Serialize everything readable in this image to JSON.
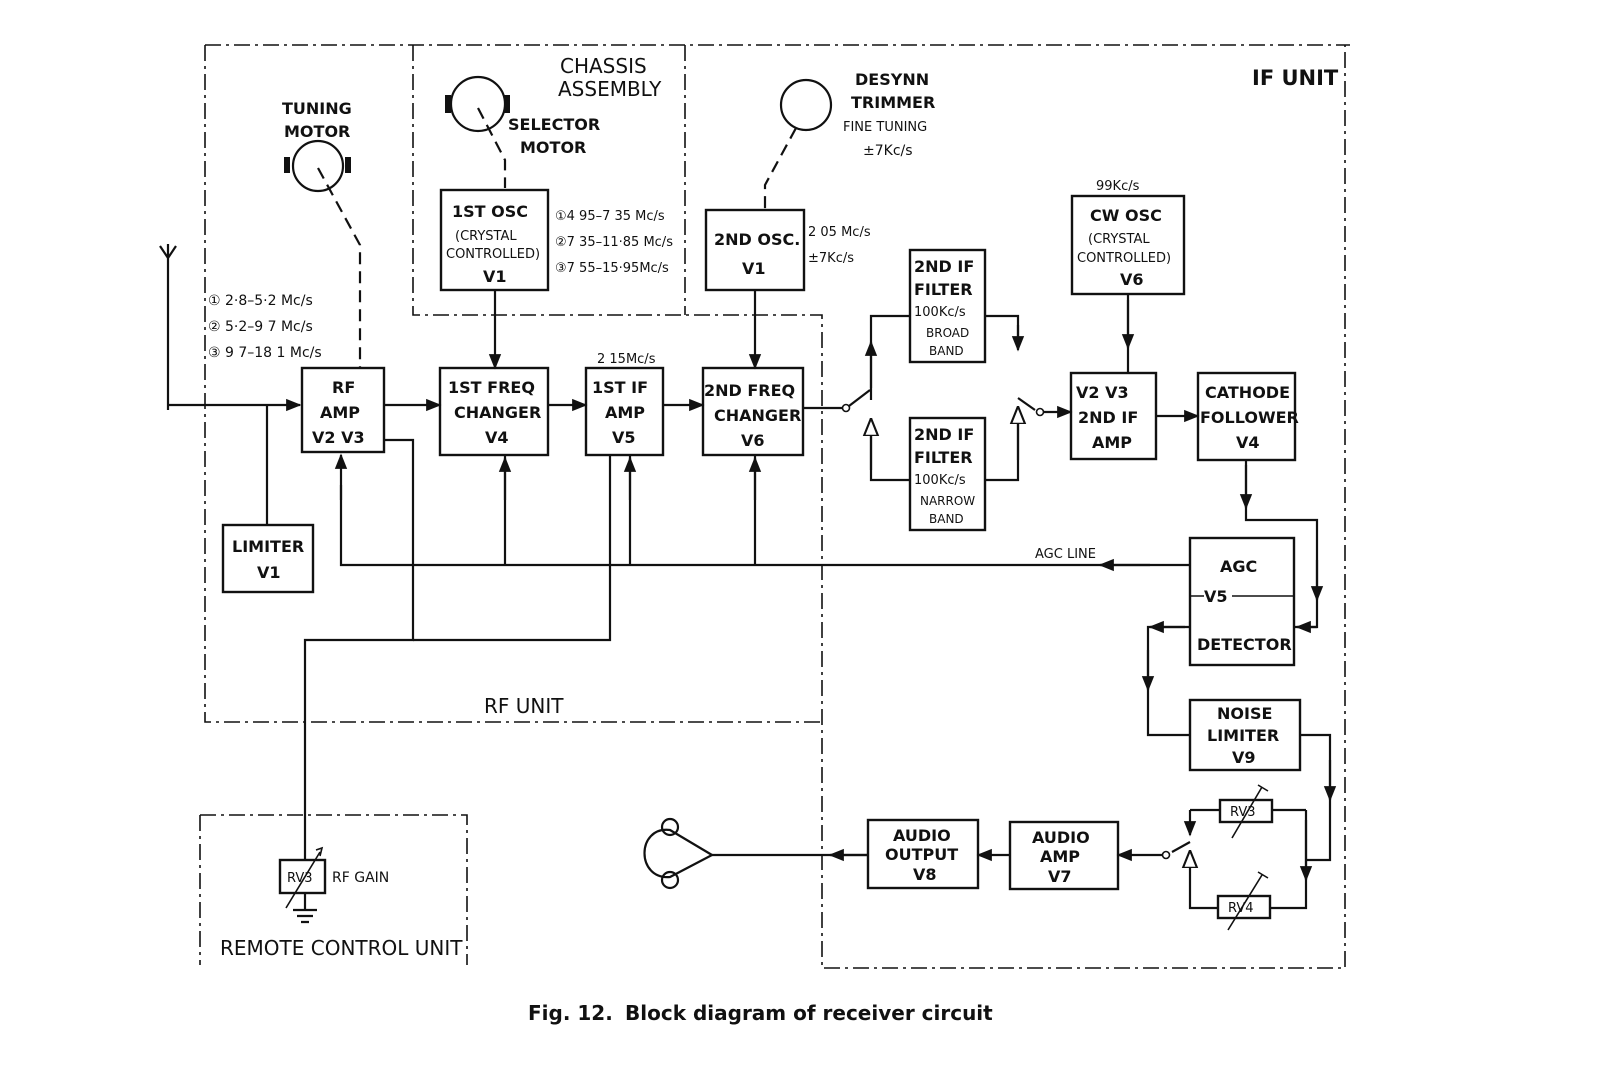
{
  "unit_labels": {
    "if_unit": "IF UNIT",
    "chassis_line1": "CHASSIS",
    "chassis_line2": "ASSEMBLY",
    "rf_unit": "RF UNIT",
    "remote_control_unit": "REMOTE CONTROL UNIT"
  },
  "motors": {
    "tuning_line1": "TUNING",
    "tuning_line2": "MOTOR",
    "selector_line1": "SELECTOR",
    "selector_line2": "MOTOR",
    "desynn_line1": "DESYNN",
    "desynn_line2": "TRIMMER",
    "desynn_line3": "FINE TUNING",
    "desynn_line4": "±7Kc/s"
  },
  "blocks": {
    "rf_amp": [
      "RF",
      "AMP",
      "V2  V3"
    ],
    "limiter": [
      "LIMITER",
      "V1"
    ],
    "first_freq_changer": [
      "1ST  FREQ",
      "CHANGER",
      "V4"
    ],
    "first_if_amp": [
      "1ST  IF",
      "AMP",
      "V5"
    ],
    "second_freq_changer": [
      "2ND  FREQ",
      "CHANGER",
      "V6"
    ],
    "first_osc": [
      "1ST  OSC",
      "(CRYSTAL",
      "CONTROLLED)",
      "V1"
    ],
    "second_osc": [
      "2ND  OSC.",
      "V1"
    ],
    "filter_broad": [
      "2ND  IF",
      "FILTER",
      "100Kc/s",
      "BROAD",
      "BAND"
    ],
    "filter_narrow": [
      "2ND  IF",
      "FILTER",
      "100Kc/s",
      "NARROW",
      "BAND"
    ],
    "cw_osc": [
      "CW  OSC",
      "(CRYSTAL",
      "CONTROLLED)",
      "V6"
    ],
    "second_if_amp": [
      "V2  V3",
      "2ND  IF",
      "AMP"
    ],
    "cathode_follower": [
      "CATHODE",
      "FOLLOWER",
      "V4"
    ],
    "agc": [
      "AGC",
      "V5",
      "DETECTOR"
    ],
    "noise_limiter": [
      "NOISE",
      "LIMITER",
      "V9"
    ],
    "audio_amp": [
      "AUDIO",
      "AMP",
      "V7"
    ],
    "audio_output": [
      "AUDIO",
      "OUTPUT",
      "V8"
    ]
  },
  "annotations": {
    "rf_ranges": [
      "① 2·8–5·2  Mc/s",
      "② 5·2–9 7  Mc/s",
      "③ 9 7–18 1  Mc/s"
    ],
    "osc1_ranges": [
      "①4 95–7 35 Mc/s",
      "②7 35–11·85 Mc/s",
      "③7 55–15·95Mc/s"
    ],
    "osc2_freq": [
      "2 05  Mc/s",
      "±7Kc/s"
    ],
    "if1_freq": "2 15Mc/s",
    "cw_freq": "99Kc/s",
    "agc_line": "AGC  LINE",
    "rv3": "RV3",
    "rv4": "RV4",
    "rv3_remote": "RV3",
    "rf_gain": "RF  GAIN"
  },
  "caption": {
    "fig": "Fig. 12.",
    "title": "Block diagram of receiver circuit"
  }
}
